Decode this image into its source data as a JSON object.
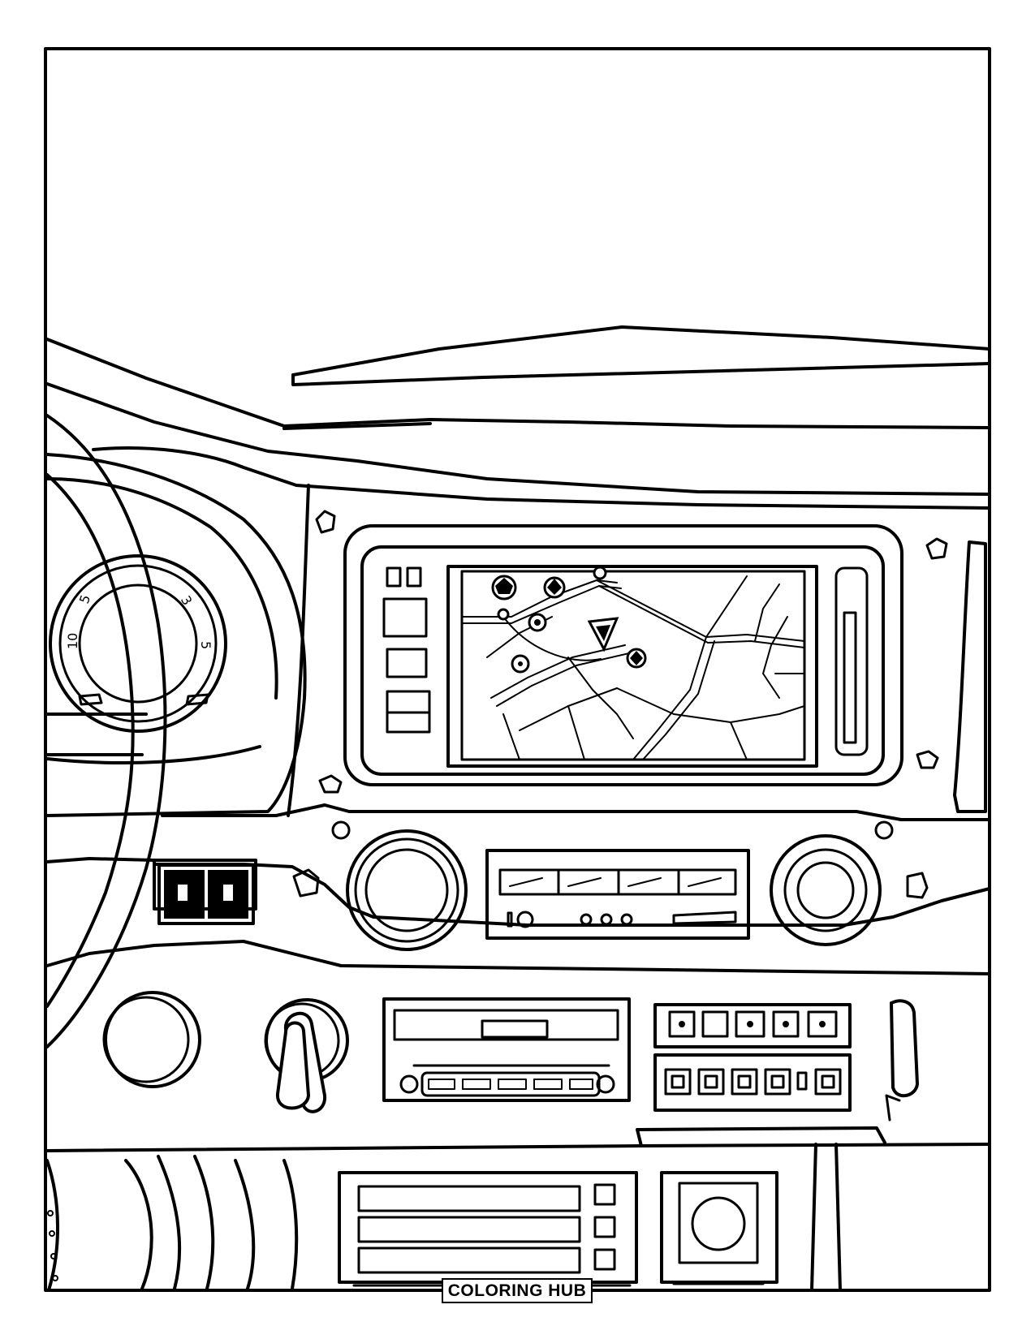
{
  "watermark": {
    "text": "COLORING HUB"
  },
  "gauge": {
    "numbers": [
      "5",
      "10",
      "3",
      "5"
    ]
  },
  "colors": {
    "line": "#000000",
    "background": "#ffffff"
  },
  "icons": [
    "steering-wheel-icon",
    "speedometer-gauge-icon",
    "navigation-map-icon",
    "map-pin-icon",
    "navigation-arrow-icon",
    "climate-knob-icon",
    "hazard-switch-icon",
    "ignition-key-icon",
    "air-vent-icon"
  ]
}
